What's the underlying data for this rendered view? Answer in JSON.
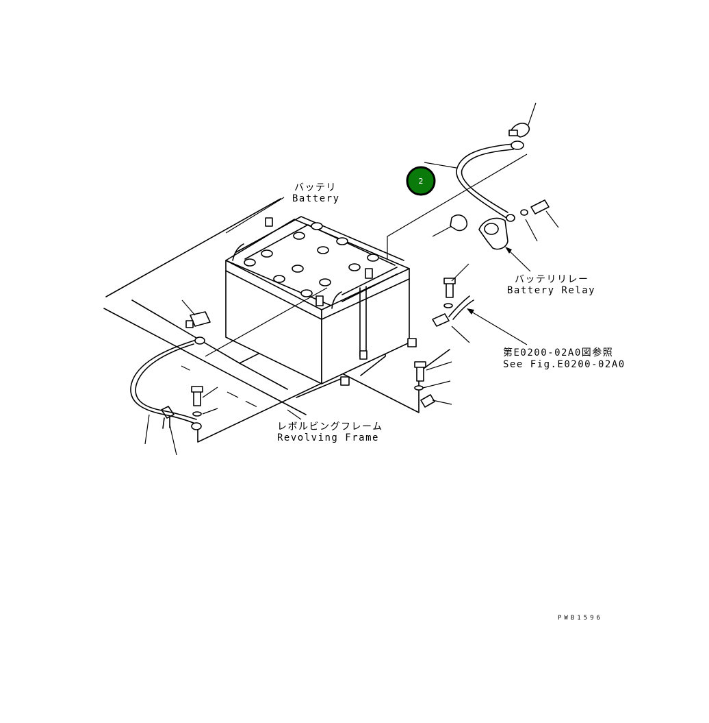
{
  "labels": {
    "battery_jp": "バッテリ",
    "battery_en": "Battery",
    "relay_jp": "バッテリリレー",
    "relay_en": "Battery Relay",
    "ref_jp": "第E0200-02A0図参照",
    "ref_en": "See Fig.E0200-02A0",
    "frame_jp": "レボルビングフレーム",
    "frame_en": "Revolving Frame",
    "drawing_code": "PWB1596"
  },
  "callout": {
    "number": "2",
    "color": "#0a7a0a",
    "ring_color": "#000000"
  }
}
